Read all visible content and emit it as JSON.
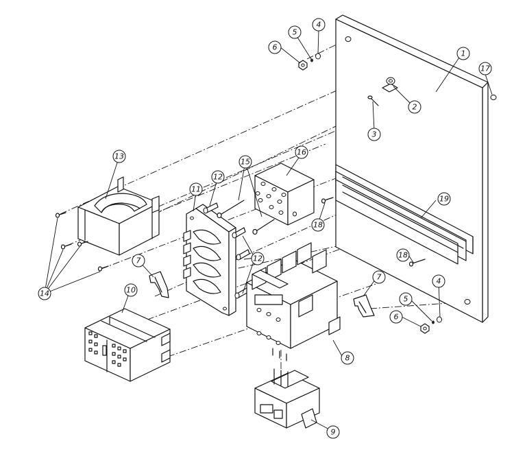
{
  "callouts": [
    {
      "id": "c1",
      "label": "1"
    },
    {
      "id": "c2",
      "label": "2"
    },
    {
      "id": "c3",
      "label": "3"
    },
    {
      "id": "c4a",
      "label": "4"
    },
    {
      "id": "c4b",
      "label": "4"
    },
    {
      "id": "c5a",
      "label": "5"
    },
    {
      "id": "c5b",
      "label": "5"
    },
    {
      "id": "c6a",
      "label": "6"
    },
    {
      "id": "c6b",
      "label": "6"
    },
    {
      "id": "c7a",
      "label": "7"
    },
    {
      "id": "c7b",
      "label": "7"
    },
    {
      "id": "c8",
      "label": "8"
    },
    {
      "id": "c9",
      "label": "9"
    },
    {
      "id": "c10",
      "label": "10"
    },
    {
      "id": "c11",
      "label": "11"
    },
    {
      "id": "c12a",
      "label": "12"
    },
    {
      "id": "c12b",
      "label": "12"
    },
    {
      "id": "c13",
      "label": "13"
    },
    {
      "id": "c14",
      "label": "14"
    },
    {
      "id": "c15",
      "label": "15"
    },
    {
      "id": "c16",
      "label": "16"
    },
    {
      "id": "c17",
      "label": "17"
    },
    {
      "id": "c18a",
      "label": "18"
    },
    {
      "id": "c18b",
      "label": "18"
    },
    {
      "id": "c19",
      "label": "19"
    }
  ]
}
